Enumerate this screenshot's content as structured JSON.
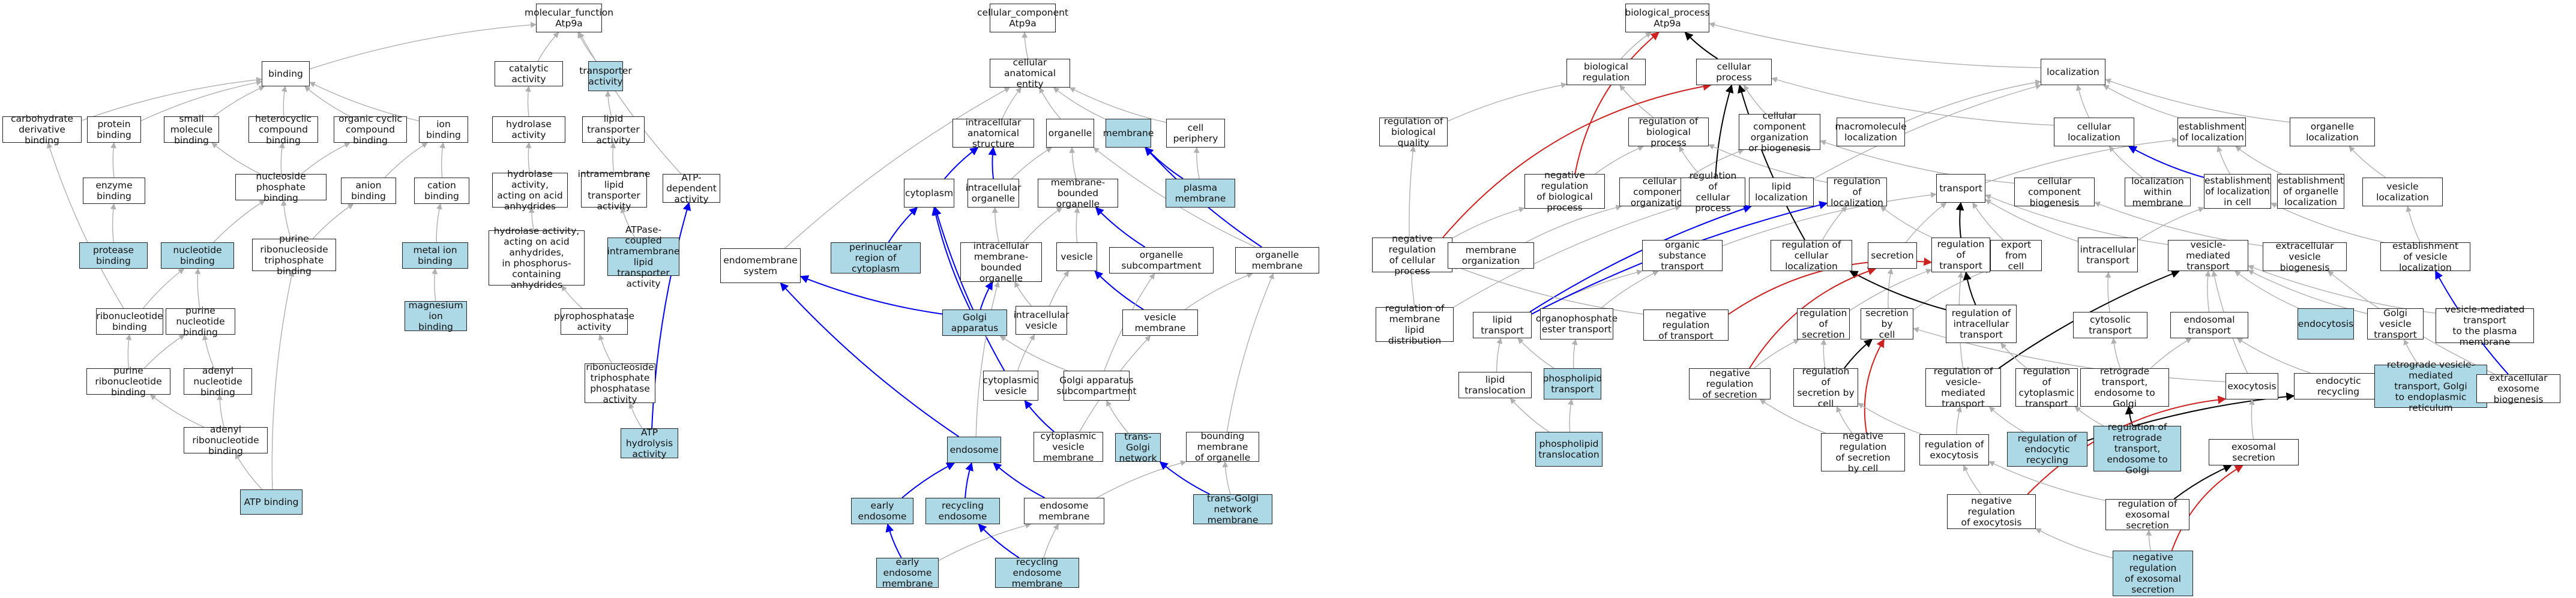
{
  "colors": {
    "highlight": "#add8e6",
    "gray_edge": "#b0b0b0",
    "blue_edge": "#0000ee",
    "black_edge": "#000000",
    "red_edge": "#cc2222"
  },
  "nodes": [
    {
      "id": "mf",
      "label": "molecular_function\nAtp9a",
      "hl": false
    },
    {
      "id": "cc",
      "label": "cellular_component\nAtp9a",
      "hl": false
    },
    {
      "id": "bp",
      "label": "biological_process\nAtp9a",
      "hl": false
    },
    {
      "id": "binding",
      "label": "binding",
      "hl": false
    },
    {
      "id": "catalytic",
      "label": "catalytic activity",
      "hl": false
    },
    {
      "id": "transporter",
      "label": "transporter\nactivity",
      "hl": true
    },
    {
      "id": "carb",
      "label": "carbohydrate\nderivative binding",
      "hl": false
    },
    {
      "id": "protbind",
      "label": "protein binding",
      "hl": false
    },
    {
      "id": "smallmol",
      "label": "small molecule\nbinding",
      "hl": false
    },
    {
      "id": "hetero",
      "label": "heterocyclic\ncompound binding",
      "hl": false
    },
    {
      "id": "orgcyc",
      "label": "organic cyclic\ncompound binding",
      "hl": false
    },
    {
      "id": "ionbind",
      "label": "ion binding",
      "hl": false
    },
    {
      "id": "hydrolase",
      "label": "hydrolase activity",
      "hl": false
    },
    {
      "id": "lipidtrans",
      "label": "lipid transporter\nactivity",
      "hl": false
    },
    {
      "id": "enzbind",
      "label": "enzyme binding",
      "hl": false
    },
    {
      "id": "nucphos",
      "label": "nucleoside phosphate\nbinding",
      "hl": false
    },
    {
      "id": "anion",
      "label": "anion binding",
      "hl": false
    },
    {
      "id": "cation",
      "label": "cation binding",
      "hl": false
    },
    {
      "id": "hydroacid",
      "label": "hydrolase activity,\nacting on acid\nanhydrides",
      "hl": false
    },
    {
      "id": "intramem",
      "label": "intramembrane\nlipid transporter\nactivity",
      "hl": false
    },
    {
      "id": "atpdep",
      "label": "ATP-dependent\nactivity",
      "hl": false
    },
    {
      "id": "protease",
      "label": "protease binding",
      "hl": true
    },
    {
      "id": "nucbind",
      "label": "nucleotide binding",
      "hl": true
    },
    {
      "id": "purribtri",
      "label": "purine ribonucleoside\ntriphosphate\nbinding",
      "hl": false
    },
    {
      "id": "metalion",
      "label": "metal ion binding",
      "hl": true
    },
    {
      "id": "hydrophos",
      "label": "hydrolase activity,\nacting on acid\nanhydrides,\nin phosphorus-containing\nanhydrides",
      "hl": false
    },
    {
      "id": "atpasecoupled",
      "label": "ATPase-coupled\nintramembrane\nlipid transporter\nactivity",
      "hl": true
    },
    {
      "id": "magnesium",
      "label": "magnesium ion\nbinding",
      "hl": true
    },
    {
      "id": "ribonuc",
      "label": "ribonucleotide\nbinding",
      "hl": false
    },
    {
      "id": "purnuc",
      "label": "purine nucleotide\nbinding",
      "hl": false
    },
    {
      "id": "pyrophos",
      "label": "pyrophosphatase\nactivity",
      "hl": false
    },
    {
      "id": "purribnuc",
      "label": "purine ribonucleotide\nbinding",
      "hl": false
    },
    {
      "id": "adenylnuc",
      "label": "adenyl nucleotide\nbinding",
      "hl": false
    },
    {
      "id": "ntpase",
      "label": "ribonucleoside\ntriphosphate\nphosphatase\nactivity",
      "hl": false
    },
    {
      "id": "adenylribo",
      "label": "adenyl ribonucleotide\nbinding",
      "hl": false
    },
    {
      "id": "atpbind",
      "label": "ATP binding",
      "hl": true
    },
    {
      "id": "atphydro",
      "label": "ATP hydrolysis\nactivity",
      "hl": true
    },
    {
      "id": "cae",
      "label": "cellular anatomical\nentity",
      "hl": false
    },
    {
      "id": "ias",
      "label": "intracellular\nanatomical structure",
      "hl": false
    },
    {
      "id": "organelle",
      "label": "organelle",
      "hl": false
    },
    {
      "id": "membrane",
      "label": "membrane",
      "hl": true
    },
    {
      "id": "cellperiph",
      "label": "cell periphery",
      "hl": false
    },
    {
      "id": "cytoplasm",
      "label": "cytoplasm",
      "hl": false
    },
    {
      "id": "intraorg",
      "label": "intracellular\norganelle",
      "hl": false
    },
    {
      "id": "membbound",
      "label": "membrane-bounded\norganelle",
      "hl": false
    },
    {
      "id": "plasmamem",
      "label": "plasma membrane",
      "hl": true
    },
    {
      "id": "perinuc",
      "label": "perinuclear\nregion of cytoplasm",
      "hl": true
    },
    {
      "id": "imbo",
      "label": "intracellular\nmembrane-bounded\norganelle",
      "hl": false
    },
    {
      "id": "vesicle",
      "label": "vesicle",
      "hl": false
    },
    {
      "id": "orgsub",
      "label": "organelle subcompartment",
      "hl": false
    },
    {
      "id": "orgmem",
      "label": "organelle membrane",
      "hl": false
    },
    {
      "id": "endomem",
      "label": "endomembrane\nsystem",
      "hl": false
    },
    {
      "id": "golgi",
      "label": "Golgi apparatus",
      "hl": true
    },
    {
      "id": "intravesicle",
      "label": "intracellular\nvesicle",
      "hl": false
    },
    {
      "id": "vesmem",
      "label": "vesicle membrane",
      "hl": false
    },
    {
      "id": "cytovesicle",
      "label": "cytoplasmic\nvesicle",
      "hl": false
    },
    {
      "id": "golgisub",
      "label": "Golgi apparatus\nsubcompartment",
      "hl": false
    },
    {
      "id": "endosome",
      "label": "endosome",
      "hl": true
    },
    {
      "id": "cytovesmem",
      "label": "cytoplasmic\nvesicle membrane",
      "hl": false
    },
    {
      "id": "transgolgi",
      "label": "trans-Golgi\nnetwork",
      "hl": true
    },
    {
      "id": "boundorgmem",
      "label": "bounding membrane\nof organelle",
      "hl": false
    },
    {
      "id": "earlyendo",
      "label": "early endosome",
      "hl": true
    },
    {
      "id": "recendo",
      "label": "recycling endosome",
      "hl": true
    },
    {
      "id": "endomembrane",
      "label": "endosome membrane",
      "hl": false
    },
    {
      "id": "tgnmem",
      "label": "trans-Golgi\nnetwork membrane",
      "hl": true
    },
    {
      "id": "earlyendomem",
      "label": "early endosome\nmembrane",
      "hl": true
    },
    {
      "id": "recendomem",
      "label": "recycling endosome\nmembrane",
      "hl": true
    },
    {
      "id": "bioreg",
      "label": "biological regulation",
      "hl": false
    },
    {
      "id": "cellproc",
      "label": "cellular process",
      "hl": false
    },
    {
      "id": "localization",
      "label": "localization",
      "hl": false
    },
    {
      "id": "regbioqual",
      "label": "regulation of\nbiological quality",
      "hl": false
    },
    {
      "id": "regbioproc",
      "label": "regulation of\nbiological process",
      "hl": false
    },
    {
      "id": "ccorg",
      "label": "cellular component\norganization\nor biogenesis",
      "hl": false
    },
    {
      "id": "macroloc",
      "label": "macromolecule\nlocalization",
      "hl": false
    },
    {
      "id": "cellloc",
      "label": "cellular localization",
      "hl": false
    },
    {
      "id": "estloc",
      "label": "establishment\nof localization",
      "hl": false
    },
    {
      "id": "orgloc",
      "label": "organelle localization",
      "hl": false
    },
    {
      "id": "negregbio",
      "label": "negative regulation\nof biological\nprocess",
      "hl": false
    },
    {
      "id": "ccorgan",
      "label": "cellular component\norganization",
      "hl": false
    },
    {
      "id": "regcellproc",
      "label": "regulation of\ncellular process",
      "hl": false
    },
    {
      "id": "lipidloc",
      "label": "lipid localization",
      "hl": false
    },
    {
      "id": "regloc",
      "label": "regulation of\nlocalization",
      "hl": false
    },
    {
      "id": "transport",
      "label": "transport",
      "hl": false
    },
    {
      "id": "ccbio",
      "label": "cellular component\nbiogenesis",
      "hl": false
    },
    {
      "id": "locwithinmem",
      "label": "localization\nwithin membrane",
      "hl": false
    },
    {
      "id": "estloccell",
      "label": "establishment\nof localization\nin cell",
      "hl": false
    },
    {
      "id": "estorgloc",
      "label": "establishment\nof organelle\nlocalization",
      "hl": false
    },
    {
      "id": "vesloc",
      "label": "vesicle localization",
      "hl": false
    },
    {
      "id": "negregcell",
      "label": "negative regulation\nof cellular\nprocess",
      "hl": false
    },
    {
      "id": "memorg",
      "label": "membrane organization",
      "hl": false
    },
    {
      "id": "orgsubtrans",
      "label": "organic substance\ntransport",
      "hl": false
    },
    {
      "id": "regcellloc",
      "label": "regulation of\ncellular localization",
      "hl": false
    },
    {
      "id": "secretion",
      "label": "secretion",
      "hl": false
    },
    {
      "id": "regtrans",
      "label": "regulation of\ntransport",
      "hl": false
    },
    {
      "id": "exportcell",
      "label": "export from\ncell",
      "hl": false
    },
    {
      "id": "intratrans",
      "label": "intracellular\ntransport",
      "hl": false
    },
    {
      "id": "vesmedtrans",
      "label": "vesicle-mediated\ntransport",
      "hl": false
    },
    {
      "id": "extravesbio",
      "label": "extracellular\nvesicle biogenesis",
      "hl": false
    },
    {
      "id": "estvesloc",
      "label": "establishment\nof vesicle localization",
      "hl": false
    },
    {
      "id": "regmemlipid",
      "label": "regulation of\nmembrane lipid\ndistribution",
      "hl": false
    },
    {
      "id": "lipidtransport",
      "label": "lipid transport",
      "hl": false
    },
    {
      "id": "organophos",
      "label": "organophosphate\nester transport",
      "hl": false
    },
    {
      "id": "negregtrans",
      "label": "negative regulation\nof transport",
      "hl": false
    },
    {
      "id": "regsec",
      "label": "regulation of\nsecretion",
      "hl": false
    },
    {
      "id": "secbycell",
      "label": "secretion by\ncell",
      "hl": false
    },
    {
      "id": "regintratrans",
      "label": "regulation of\nintracellular\ntransport",
      "hl": false
    },
    {
      "id": "cytotrans",
      "label": "cytosolic transport",
      "hl": false
    },
    {
      "id": "endotrans",
      "label": "endosomal transport",
      "hl": false
    },
    {
      "id": "endocytosis",
      "label": "endocytosis",
      "hl": true
    },
    {
      "id": "golgivestrans",
      "label": "Golgi vesicle\ntransport",
      "hl": false
    },
    {
      "id": "vesmedplasma",
      "label": "vesicle-mediated\ntransport\nto the plasma membrane",
      "hl": false
    },
    {
      "id": "lipidtransloc",
      "label": "lipid translocation",
      "hl": false
    },
    {
      "id": "phospholipidtrans",
      "label": "phospholipid\ntransport",
      "hl": true
    },
    {
      "id": "negregsec",
      "label": "negative regulation\nof secretion",
      "hl": false
    },
    {
      "id": "regsecbycell",
      "label": "regulation of\nsecretion by\ncell",
      "hl": false
    },
    {
      "id": "regvesmed",
      "label": "regulation of\nvesicle-mediated\ntransport",
      "hl": false
    },
    {
      "id": "regcytotrans",
      "label": "regulation of\ncytoplasmic\ntransport",
      "hl": false
    },
    {
      "id": "retrogradeendo",
      "label": "retrograde transport,\nendosome to\nGolgi",
      "hl": false
    },
    {
      "id": "exocytosis",
      "label": "exocytosis",
      "hl": false
    },
    {
      "id": "endorecycling",
      "label": "endocytic recycling",
      "hl": false
    },
    {
      "id": "retrogradeer",
      "label": "retrograde vesicle-mediated\ntransport, Golgi\nto endoplasmic\nreticulum",
      "hl": true
    },
    {
      "id": "extraexo",
      "label": "extracellular\nexosome biogenesis",
      "hl": false
    },
    {
      "id": "phospholipidtransloc",
      "label": "phospholipid\ntranslocation",
      "hl": true
    },
    {
      "id": "negregsecbycell",
      "label": "negative regulation\nof secretion\nby cell",
      "hl": false
    },
    {
      "id": "regexo",
      "label": "regulation of\nexocytosis",
      "hl": false
    },
    {
      "id": "regendorecycling",
      "label": "regulation of\nendocytic recycling",
      "hl": true
    },
    {
      "id": "regretrograde",
      "label": "regulation of\nretrograde transport,\nendosome to\nGolgi",
      "hl": true
    },
    {
      "id": "exosomalsec",
      "label": "exosomal secretion",
      "hl": false
    },
    {
      "id": "negregexo",
      "label": "negative regulation\nof exocytosis",
      "hl": false
    },
    {
      "id": "regexosomal",
      "label": "regulation of\nexosomal secretion",
      "hl": false
    },
    {
      "id": "negregexosomal",
      "label": "negative regulation\nof exosomal\nsecretion",
      "hl": true
    }
  ]
}
